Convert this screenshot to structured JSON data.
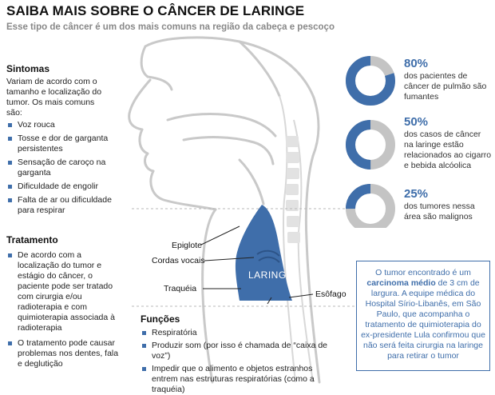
{
  "title": "SAIBA MAIS SOBRE O CÂNCER DE LARINGE",
  "subtitle": "Esse tipo de câncer é um dos mais comuns na região da cabeça e pescoço",
  "sintomas": {
    "heading": "Sintomas",
    "intro": "Variam  de acordo com o tamanho e localização do tumor. Os mais comuns são:",
    "items": [
      "Voz rouca",
      "Tosse e dor de garganta persistentes",
      "Sensação  de caroço na garganta",
      "Dificuldade de engolir",
      "Falta de ar ou dificuldade para respirar"
    ]
  },
  "tratamento": {
    "heading": "Tratamento",
    "items": [
      "De acordo com a localização do tumor e estágio do câncer, o paciente pode ser tratado com cirurgia e/ou radioterapia e com quimioterapia associada à radioterapia",
      "O tratamento pode causar problemas nos dentes, fala e deglutição"
    ]
  },
  "funcoes": {
    "heading": "Funções",
    "items": [
      "Respiratória",
      "Produzir som (por isso é chamada de “caixa de voz”)",
      "Impedir que o alimento e objetos estranhos entrem nas estruturas respiratórias (como a traquéia)"
    ]
  },
  "stats": [
    {
      "pct": "80%",
      "fraction": 0.8,
      "desc": "dos pacientes de câncer de pulmão são fumantes"
    },
    {
      "pct": "50%",
      "fraction": 0.5,
      "desc": "dos casos de câncer na laringe estão relacionados ao cigarro e bebida alcóolica"
    },
    {
      "pct": "25%",
      "fraction": 0.25,
      "desc": "dos tumores nessa área são malignos"
    }
  ],
  "anatomy": {
    "laringe": "LARINGE",
    "epiglote": "Epiglote",
    "cordas": "Cordas vocais",
    "traqueia": "Traquéia",
    "esofago": "Esôfago"
  },
  "callout": {
    "pre": "O tumor encontrado é um",
    "bold": "carcinoma médio",
    "post": "de 3 cm de largura. A equipe médica do Hospital Sírio-Libanês, em São Paulo, que acompanha o tratamento de quimioterapia do ex-presidente Lula confirmou que não será feita cirurgia na laringe para retirar o tumor"
  },
  "colors": {
    "accent": "#3f6eaa",
    "ring_bg": "#c4c4c4"
  }
}
